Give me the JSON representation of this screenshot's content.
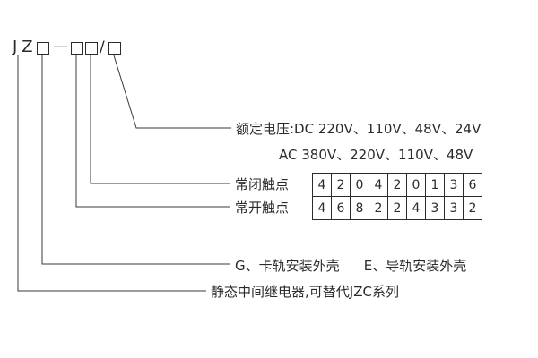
{
  "model": {
    "prefix": "JZ",
    "dash": "—",
    "slash": "/"
  },
  "labels": {
    "voltage_dc": "额定电压:DC 220V、110V、48V、24V",
    "voltage_ac": "AC 380V、220V、110V、48V",
    "nc": "常闭触点",
    "no": "常开触点",
    "shell_g": "G、卡轨安装外壳",
    "shell_e": "E、导轨安装外壳",
    "series": "静态中间继电器,可替代JZC系列"
  },
  "contacts": {
    "closed": [
      "4",
      "2",
      "0",
      "4",
      "2",
      "0",
      "1",
      "3",
      "6"
    ],
    "open": [
      "4",
      "6",
      "8",
      "2",
      "2",
      "4",
      "3",
      "3",
      "2"
    ]
  },
  "colors": {
    "text": "#2b2b2b",
    "line": "#3a3a3a",
    "background": "#ffffff"
  }
}
